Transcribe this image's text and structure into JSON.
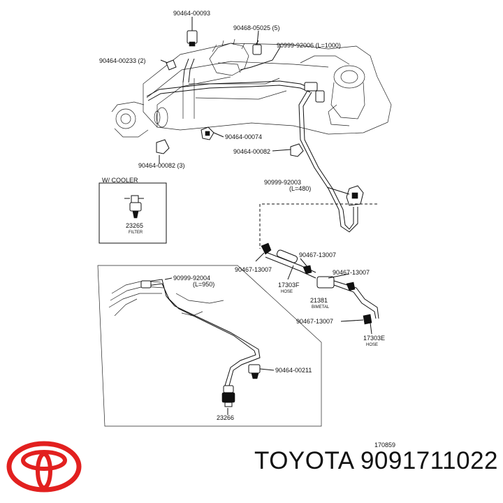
{
  "diagram": {
    "callouts": {
      "c1": "90464-00093",
      "c2": "90468-05025 (5)",
      "c3": "90999-92006 (L=1000)",
      "c4": "90464-00233 (2)",
      "c5": "90464-00074",
      "c6": "90464-00082",
      "c7": "90464-00082 (3)",
      "c8": "90999-92003",
      "c8b": "(L=480)",
      "c9": "90467-13007",
      "c10": "90467-13007",
      "c11": "90467-13007",
      "c12": "90467-13007",
      "c13": "90999-92004",
      "c13b": "(L=950)",
      "c14": "90464-00211"
    },
    "inset": {
      "title": "W/ COOLER",
      "part_no": "23265",
      "part_sub": "FILTER"
    },
    "parts": {
      "hose_f": "17303F",
      "hose_f_sub": "HOSE",
      "bimetal": "21381",
      "bimetal_sub": "BIMETAL",
      "hose_e": "17303E",
      "hose_e_sub": "HOSE",
      "filter_bottom": "23266"
    },
    "ref_number": "170859"
  },
  "brand": {
    "name": "TOYOTA",
    "part_number": "9091711022",
    "logo_color": "#e2201f"
  }
}
